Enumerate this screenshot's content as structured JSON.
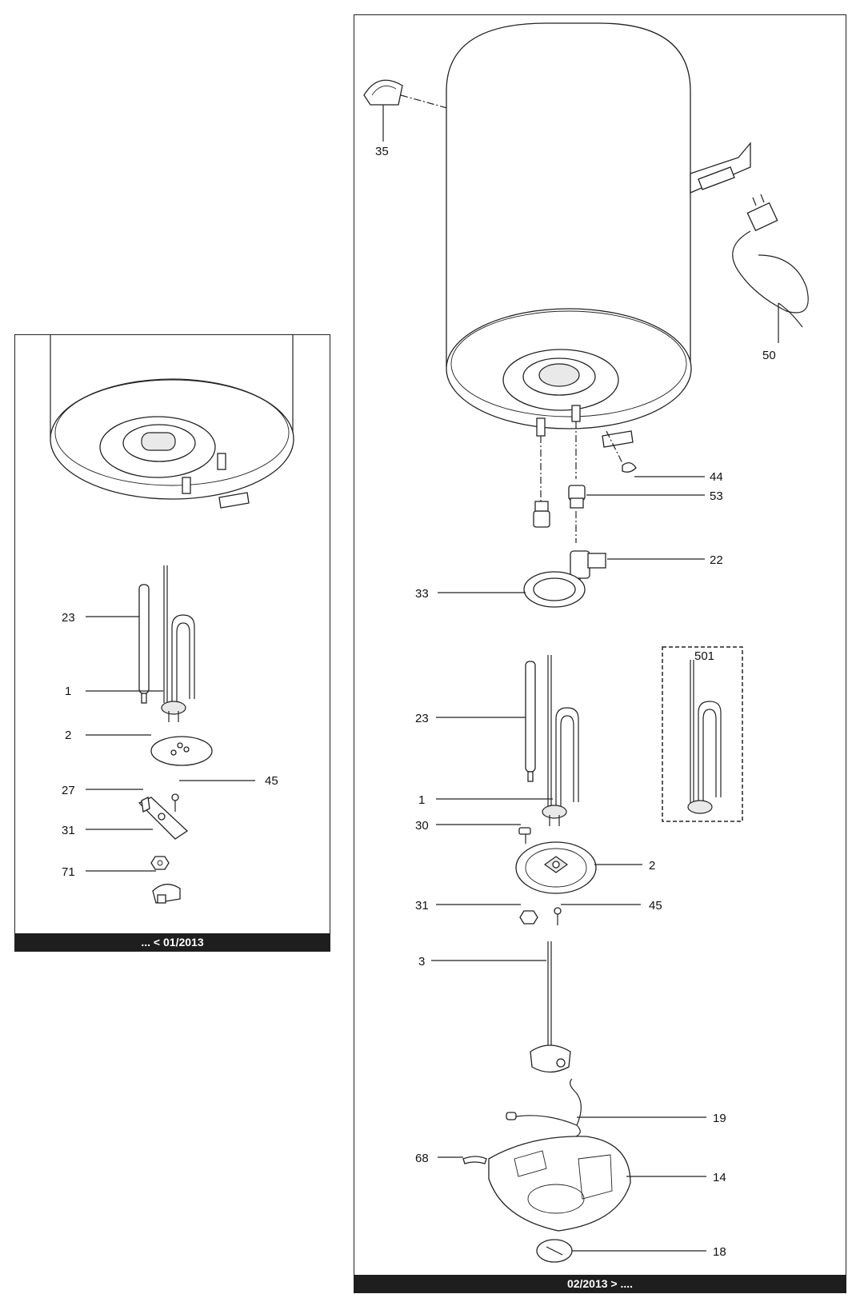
{
  "left_panel": {
    "footer": "... < 01/2013",
    "callouts": {
      "c23": "23",
      "c1": "1",
      "c2": "2",
      "c27": "27",
      "c45": "45",
      "c31": "31",
      "c71": "71"
    }
  },
  "right_panel": {
    "footer": "02/2013 > ....",
    "callouts": {
      "c35": "35",
      "c50": "50",
      "c44": "44",
      "c53": "53",
      "c22": "22",
      "c33": "33",
      "c501": "501",
      "c23": "23",
      "c1": "1",
      "c30": "30",
      "c2": "2",
      "c31": "31",
      "c45": "45",
      "c3": "3",
      "c19": "19",
      "c68": "68",
      "c14": "14",
      "c18": "18"
    }
  }
}
